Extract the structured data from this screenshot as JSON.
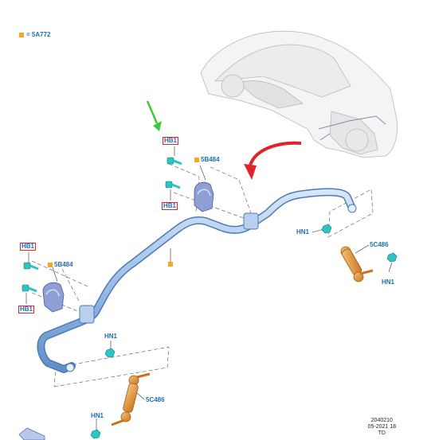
{
  "legend": {
    "code": "5A772",
    "equals": "="
  },
  "labels": {
    "hb1_top_a": "HB1",
    "hb1_top_b": "HB1",
    "hb1_left_a": "HB1",
    "hb1_left_b": "HB1",
    "bracket_upper": "5B484",
    "bracket_lower": "5B484",
    "hn1_right_a": "HN1",
    "hn1_right_b": "HN1",
    "link_right": "5C486",
    "hn1_bottom_a": "HN1",
    "hn1_bottom_b": "HN1",
    "link_bottom": "5C486"
  },
  "stamp": {
    "line1": "2040210",
    "line2": "05-2021 18",
    "line3": "TD"
  },
  "colors": {
    "label_blue": "#1f6fb6",
    "callout_orange": "#f5a623",
    "highlight_red": "#e0242b",
    "pointer_green": "#3fc93a",
    "bar_blue": "#a9c6e8",
    "bolt_cyan": "#2ec4c4",
    "link_orange": "#e0902a"
  }
}
